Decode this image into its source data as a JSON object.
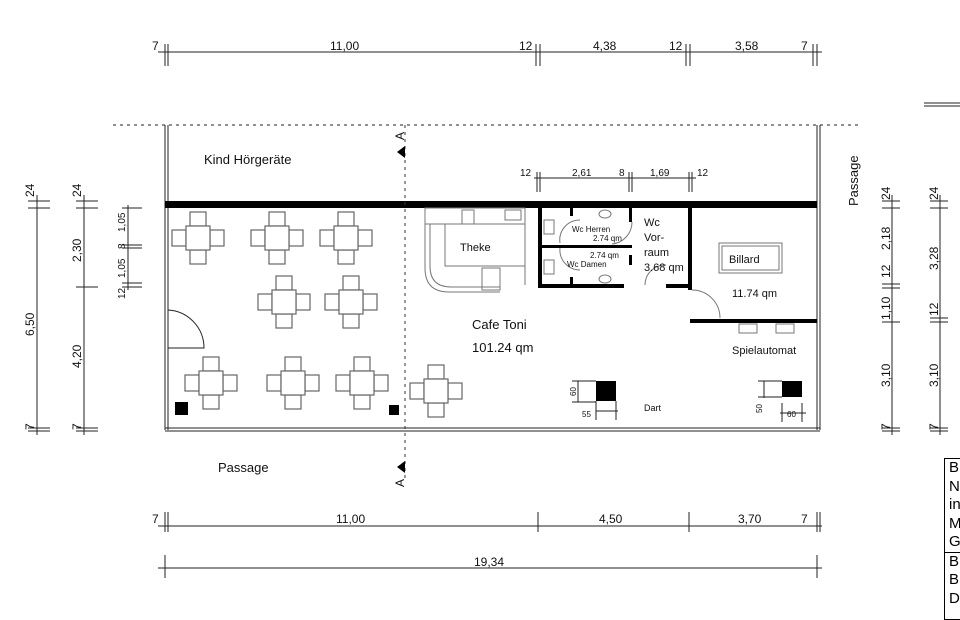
{
  "rooms": {
    "kind_hoergeraete": "Kind Hörgeräte",
    "passage_bottom": "Passage",
    "passage_right": "Passage",
    "theke": "Theke",
    "cafe_name": "Cafe Toni",
    "cafe_area": "101.24 qm",
    "wc_herren": "Wc Herren",
    "wc_herren_area": "2.74 qm",
    "wc_damen": "Wc Damen",
    "wc_damen_area": "2.74 qm",
    "wc_vorraum_1": "Wc",
    "wc_vorraum_2": "Vor-",
    "wc_vorraum_3": "raum",
    "wc_vorraum_area": "3.68 qm",
    "billard": "Billard",
    "billard_area": "11.74 qm",
    "spielautomat": "Spielautomat",
    "dart": "Dart"
  },
  "section_marks": {
    "top": "A",
    "bottom": "A"
  },
  "dimensions": {
    "top": [
      "7",
      "11,00",
      "12",
      "4,38",
      "12",
      "3,58",
      "7"
    ],
    "top_inner": [
      "12",
      "2,61",
      "8",
      "1,69",
      "12"
    ],
    "left_outer": [
      "24",
      "6,50",
      "7"
    ],
    "left_middle": [
      "24",
      "2,30",
      "4,20",
      "7"
    ],
    "left_inner": [
      "1,05",
      "8",
      "1,05",
      "12"
    ],
    "right_1": [
      "24",
      "2,18",
      "12",
      "1,10",
      "3,10",
      "7"
    ],
    "right_2": [
      "24",
      "3,28",
      "12",
      "3,10",
      "7"
    ],
    "bottom": [
      "7",
      "11,00",
      "4,50",
      "3,70",
      "7"
    ],
    "total": "19,34",
    "dart_left": [
      "60",
      "55"
    ],
    "dart_right": [
      "50",
      "60"
    ]
  },
  "title_block": [
    "B",
    "N",
    "in",
    "M",
    "G",
    "B",
    "B",
    "D"
  ]
}
